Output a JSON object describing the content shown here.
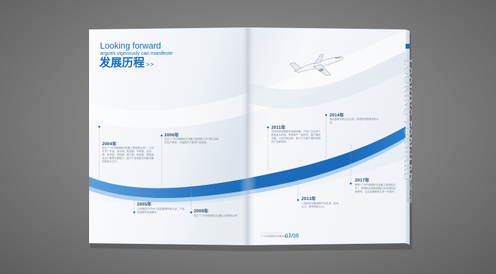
{
  "brochure": {
    "heading_en_line1": "Looking forward",
    "heading_en_line2": "argues vigorously can manifeste",
    "heading_cn": "发展历程",
    "heading_arrows": ">>",
    "spine_text_en": "LOOKING FORWARD",
    "spine_text_cn": "发展历程",
    "page_numbers": "07/08",
    "footer_company": "广州市德源航空设备有限公司"
  },
  "timeline": [
    {
      "year": "2004年",
      "text": "成立“广州市德源航空设备工程有限公司”，公司位于广东省，设计部、售后部、市场部、企划部、财务部、采购部、客户部、物流部、质检部及生产部等主要部门，致力于民用航空地面设备的研发与生产。"
    },
    {
      "year": "2006年",
      "text": "成立“广州市德源航空设备工程有限公司”建立全新的生产基地，大幅提升产能和产品质量。"
    },
    {
      "year": "2005年",
      "text": "公司通过ISO9001质量管理体系认证，产品质量得到全面提升。"
    },
    {
      "year": "2009年",
      "text": "成立“广州市德源航空设备工程有限公司”"
    },
    {
      "year": "2011年",
      "text": "成功研发多款航空地面设备，产品广泛应用于国内各大机场，获得客户一致好评，客户遍布全国。公司不断创新，致力于为客户提供优质的产品和服务。"
    },
    {
      "year": "2013年",
      "text": "入选机场设备推荐产品名录，技术、实力、荣誉得到认可。"
    },
    {
      "year": "2014年",
      "text": "通过高新技术企业认定，获得多项国家专利认证。"
    },
    {
      "year": "2017年",
      "text": "荣获“广州市德源航空设备工程有限公司”，获得航空地面设备行业优秀供应商称号，企业品牌影响力进一步提升。"
    }
  ],
  "colors": {
    "accent_blue": "#1b6fb8",
    "year_text": "#2d4c7a",
    "background_gray": "#7c7c7c",
    "page_white": "#f3f6fa"
  },
  "icons": [
    "airplane-icon"
  ]
}
